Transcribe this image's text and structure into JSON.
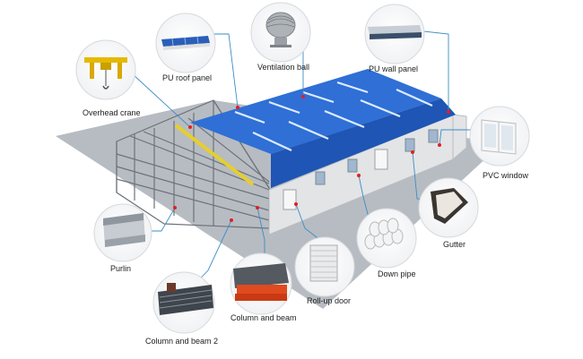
{
  "diagram": {
    "components": [
      {
        "id": "overhead-crane",
        "label": "Overhead crane"
      },
      {
        "id": "pu-roof-panel",
        "label": "PU roof panel"
      },
      {
        "id": "ventilation-ball",
        "label": "Ventilation ball"
      },
      {
        "id": "pu-wall-panel",
        "label": "PU wall panel"
      },
      {
        "id": "pvc-window",
        "label": "PVC window"
      },
      {
        "id": "gutter",
        "label": "Gutter"
      },
      {
        "id": "down-pipe",
        "label": "Down pipe"
      },
      {
        "id": "roll-up-door",
        "label": "Roll-up door"
      },
      {
        "id": "column-and-beam",
        "label": "Column and beam"
      },
      {
        "id": "column-and-beam-2",
        "label": "Column and beam 2"
      },
      {
        "id": "purlin",
        "label": "Purlin"
      }
    ],
    "colors": {
      "roof": "#2f6fd6",
      "roof_dark": "#1f55b4",
      "wall": "#e2e4e6",
      "ground": "#b7bcc2",
      "leader_line": "#3a8dc7",
      "marker": "#e02020",
      "crane_beam": "#e6cf2a"
    }
  }
}
